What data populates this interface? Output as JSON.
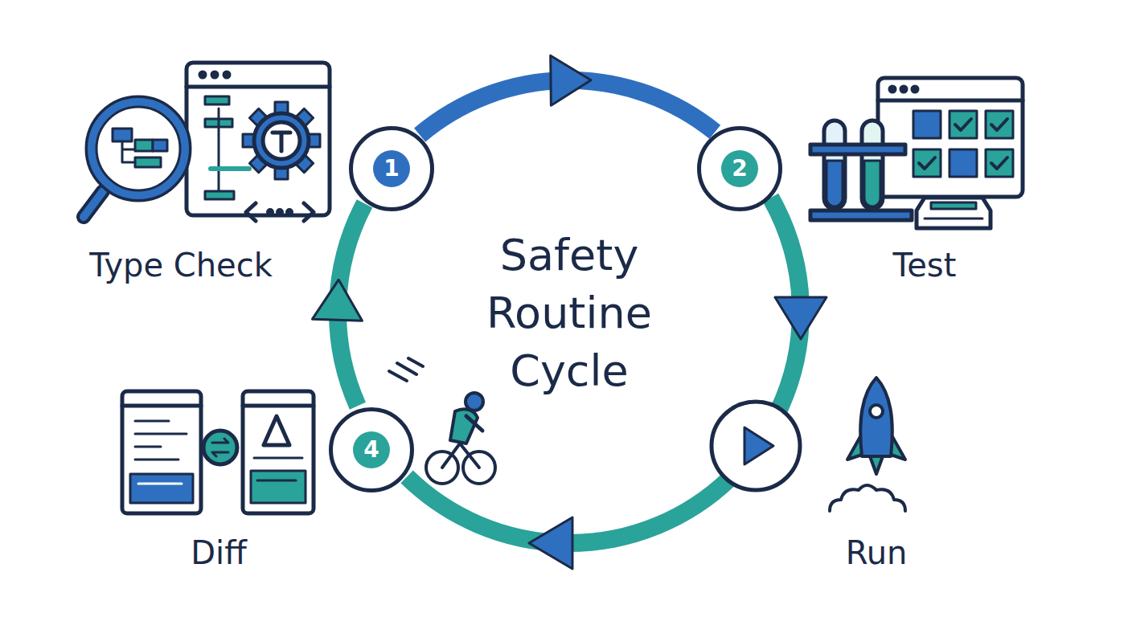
{
  "diagram": {
    "title": "Safety Routine Cycle",
    "nodes": [
      {
        "text": [
          "1"
        ]
      },
      {
        "text": [
          "2"
        ]
      },
      {
        "text": [
          "4"
        ]
      }
    ],
    "edges": [
      {
        "from": 0,
        "to": 1,
        "arrow": "to"
      },
      {
        "from": 2,
        "to": 0,
        "arrow": "to"
      }
    ],
    "labels": [
      "Type Check",
      "Test",
      "Run",
      "Diff"
    ]
  }
}
